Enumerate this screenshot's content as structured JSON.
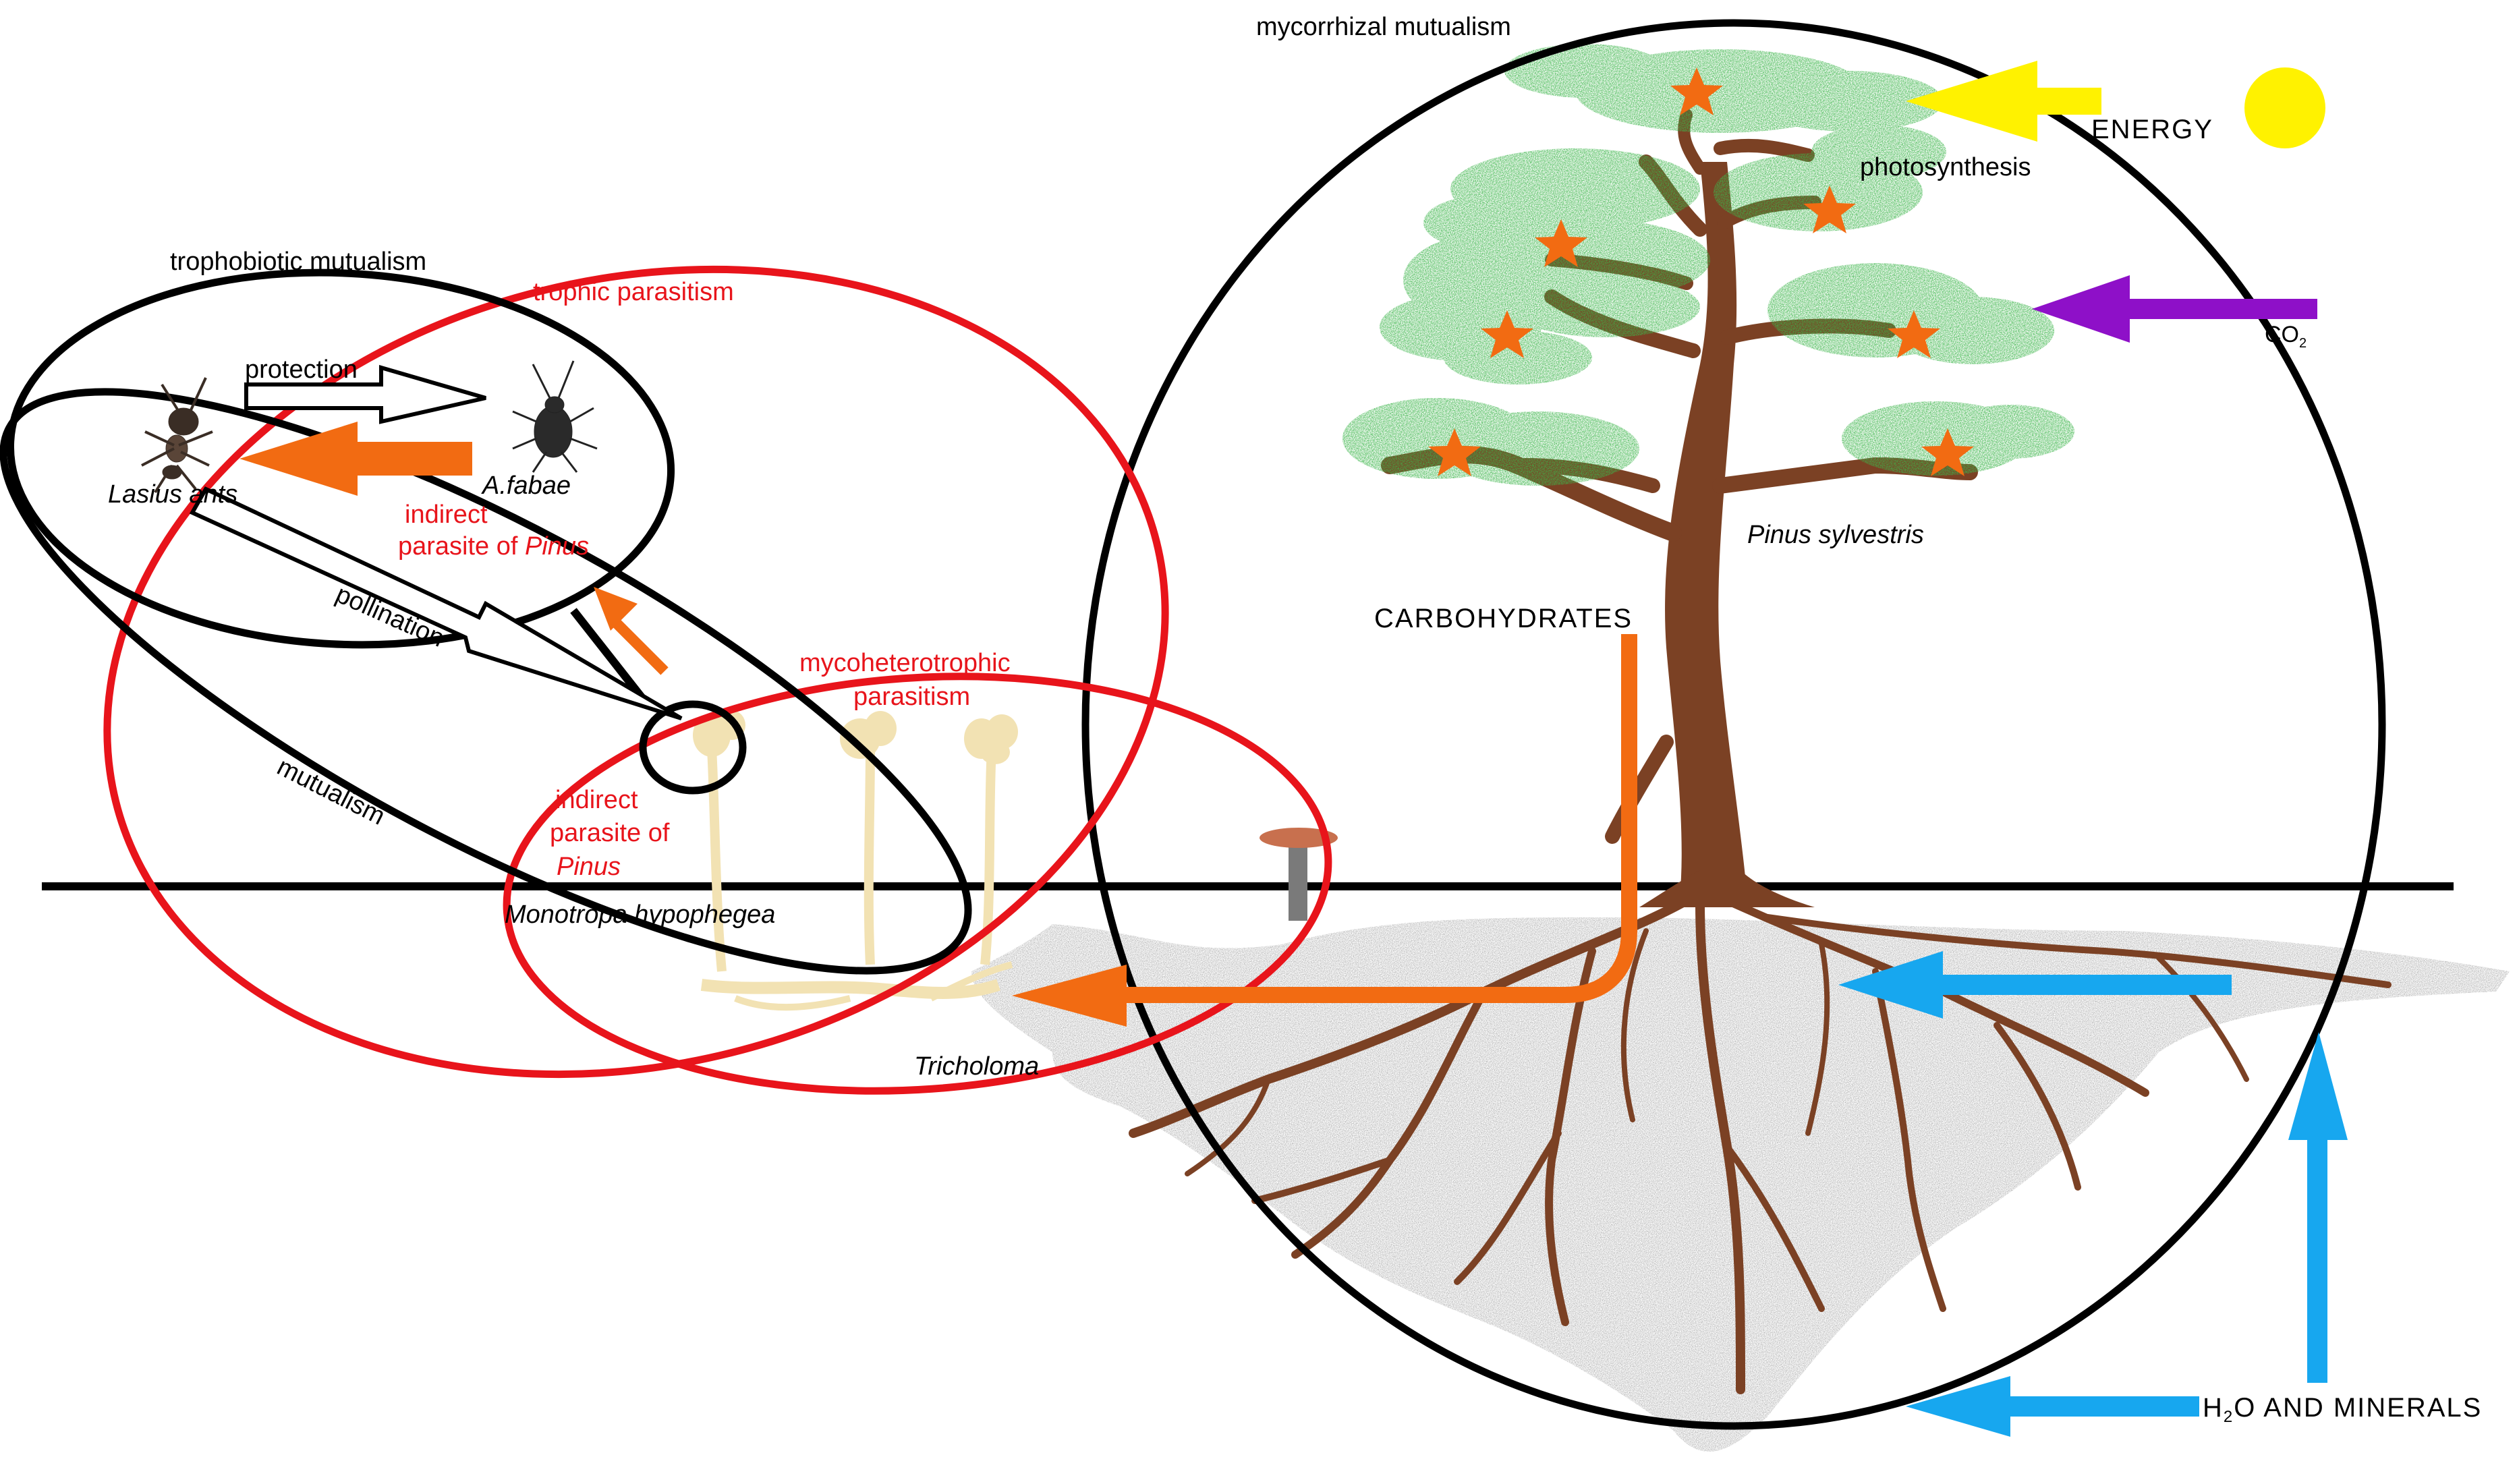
{
  "labels": {
    "mycorrhizal_mutualism": "mycorrhizal mutualism",
    "energy": "ENERGY",
    "photosynthesis": "photosynthesis",
    "co2": "CO",
    "co2_sub": "2",
    "pinus_sylvestris": "Pinus sylvestris",
    "carbohydrates": "CARBOHYDRATES",
    "trophobiotic_mutualism": "trophobiotic mutualism",
    "trophic_parasitism": "trophic parasitism",
    "protection": "protection",
    "lasius_ants": "Lasius ants",
    "a_fabae": "A.fabae",
    "indirect_parasite_1_line1": "indirect",
    "indirect_parasite_1_line2": "parasite of ",
    "pinus_1": "Pinus",
    "pollination": "pollination",
    "mycoheterotrophic_line1": "mycoheterotrophic",
    "mycoheterotrophic_line2": "parasitism",
    "mutualism": "mutualism",
    "indirect_parasite_2_line1": "indirect",
    "indirect_parasite_2_line2": "parasite of",
    "pinus_2": "Pinus",
    "monotropa": "Monotropa hypophegea",
    "tricholoma": "Tricholoma",
    "h2o_h": "H",
    "h2o_sub": "2",
    "h2o_rest": "O AND MINERALS"
  },
  "colors": {
    "black": "#000000",
    "red": "#e8141b",
    "orange": "#f26b12",
    "yellow": "#fff200",
    "purple": "#8e10c8",
    "blue": "#17a7ef",
    "foliage": "#3cb54a",
    "trunk": "#7b4124",
    "star": "#f26b12",
    "soil": "#8f8f8f",
    "monotropa": "#f2e2b3"
  }
}
